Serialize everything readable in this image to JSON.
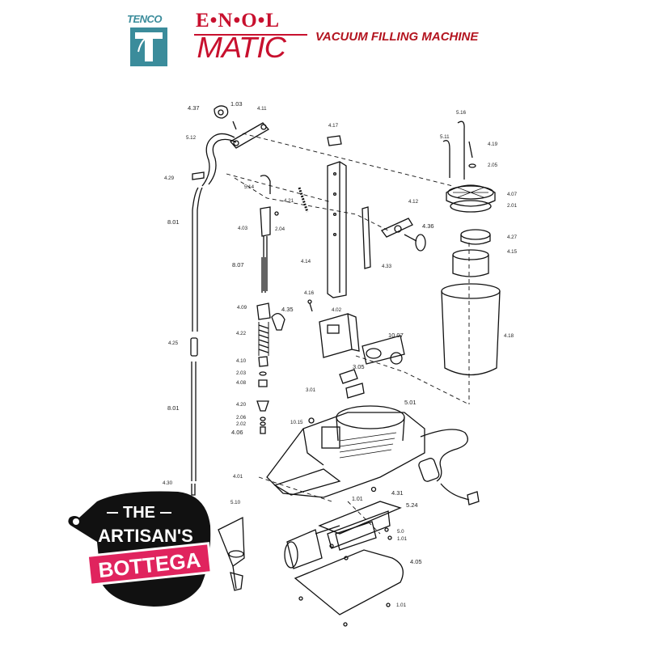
{
  "header": {
    "tenco_logo": "TENCO",
    "enol_logo": "E•N•O•L",
    "matic_logo": "MATIC",
    "title": "VACUUM FILLING MACHINE"
  },
  "part_labels": [
    "4.37",
    "1.03",
    "4.11",
    "5.12",
    "4.29",
    "8.01",
    "4.17",
    "5.14",
    "4.21",
    "4.03",
    "2.04",
    "8.07",
    "4.14",
    "4.12",
    "4.36",
    "4.33",
    "4.09",
    "4.35",
    "4.16",
    "4.02",
    "4.22",
    "4.25",
    "4.10",
    "2.03",
    "4.08",
    "4.20",
    "2.06",
    "2.02",
    "4.06",
    "8.01",
    "4.30",
    "5.10",
    "10.07",
    "3.05",
    "3.01",
    "10.15",
    "5.01",
    "4.01",
    "1.01",
    "4.31",
    "5.24",
    "5.0",
    "1.01",
    "4.05",
    "1.01",
    "5.16",
    "5.11",
    "4.19",
    "2.05",
    "4.07",
    "2.01",
    "4.27",
    "4.15",
    "4.18"
  ],
  "watermark": {
    "line1": "THE",
    "line2": "ARTISAN'S",
    "line3": "BOTTEGA"
  },
  "colors": {
    "brand_red": "#c8102e",
    "tenco_teal": "#3b8c9b",
    "bottega_pink": "#e0245e"
  },
  "icons": {
    "tenco": "tenco-t-logo",
    "bottega": "cutting-board-logo"
  }
}
